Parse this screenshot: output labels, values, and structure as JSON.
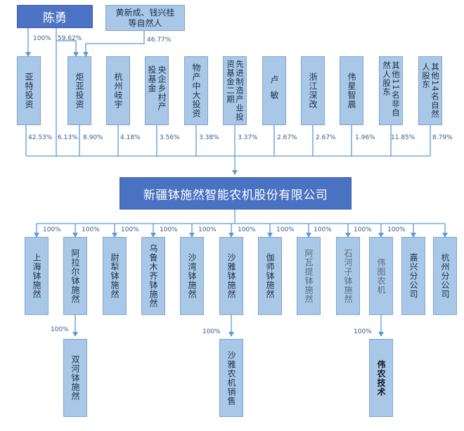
{
  "top": {
    "chenyong": "陈勇",
    "huangxin_line1": "黄新成、钱兴桂",
    "huangxin_line2": "等自然人",
    "pct_chen_yate": "100%",
    "pct_chen_main": "59.62%",
    "pct_huang_juya": "46.77%"
  },
  "shareholders": [
    {
      "label": "亚特投资",
      "pct": "42.53%"
    },
    {
      "label": "炬亚投资",
      "pct": "8.90%"
    },
    {
      "label": "杭州岐宇",
      "pct": "4.18%"
    },
    {
      "label": "央企乡村产投基金",
      "pct": "3.56%"
    },
    {
      "label": "物产中大投资",
      "pct": "3.38%"
    },
    {
      "label": "先进制造产业投资基金二期",
      "pct": "3.37%"
    },
    {
      "label": "卢敏",
      "pct": "2.67%"
    },
    {
      "label": "浙江深改",
      "pct": "2.67%"
    },
    {
      "label": "伟星智晨",
      "pct": "1.96%"
    },
    {
      "label": "其他11名非自然人股东",
      "pct": "11.85%"
    },
    {
      "label": "其他14名自然人股东",
      "pct": "8.79%"
    }
  ],
  "direct_pct": "6.13%",
  "company": "新疆钵施然智能农机股份有限公司",
  "subsidiaries": [
    {
      "label": "上海钵施然",
      "pct": "100%"
    },
    {
      "label": "阿拉尔钵施然",
      "pct": "100%"
    },
    {
      "label": "尉犁钵施然",
      "pct": "100%"
    },
    {
      "label": "乌鲁木齐钵施然",
      "pct": "100%"
    },
    {
      "label": "沙湾钵施然",
      "pct": "100%"
    },
    {
      "label": "沙雅钵施然",
      "pct": "100%"
    },
    {
      "label": "伽师钵施然",
      "pct": "100%"
    },
    {
      "label": "阿瓦提钵施然",
      "pct": "100%"
    },
    {
      "label": "石河子钵施然",
      "pct": "100%"
    },
    {
      "label": "伟图农机",
      "pct": "100%"
    },
    {
      "label": "嘉兴分公司",
      "pct": ""
    },
    {
      "label": "杭州分公司",
      "pct": ""
    }
  ],
  "third_level": [
    {
      "label": "双河钵施然",
      "pct": "100%"
    },
    {
      "label": "沙雅农机销售",
      "pct": "100%"
    },
    {
      "label": "伟农技术",
      "pct": "100%"
    }
  ],
  "colors": {
    "box": "#a9c8e8",
    "main": "#4a72c2",
    "line": "#5b9bd5"
  }
}
